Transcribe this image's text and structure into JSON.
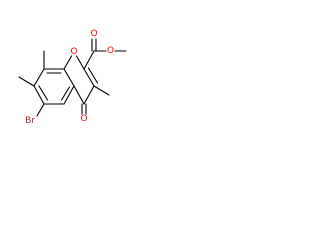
{
  "molecule": {
    "atom_labels": {
      "bromine": "Br",
      "ring_oxygen": "O",
      "ketone_oxygen": "O",
      "ester_carbonyl_oxygen": "O",
      "ester_ether_oxygen": "O"
    },
    "colors": {
      "bond": "#000000",
      "bromine": "#a52a2a",
      "oxygen": "#ff0000",
      "background": "#ffffff"
    }
  }
}
